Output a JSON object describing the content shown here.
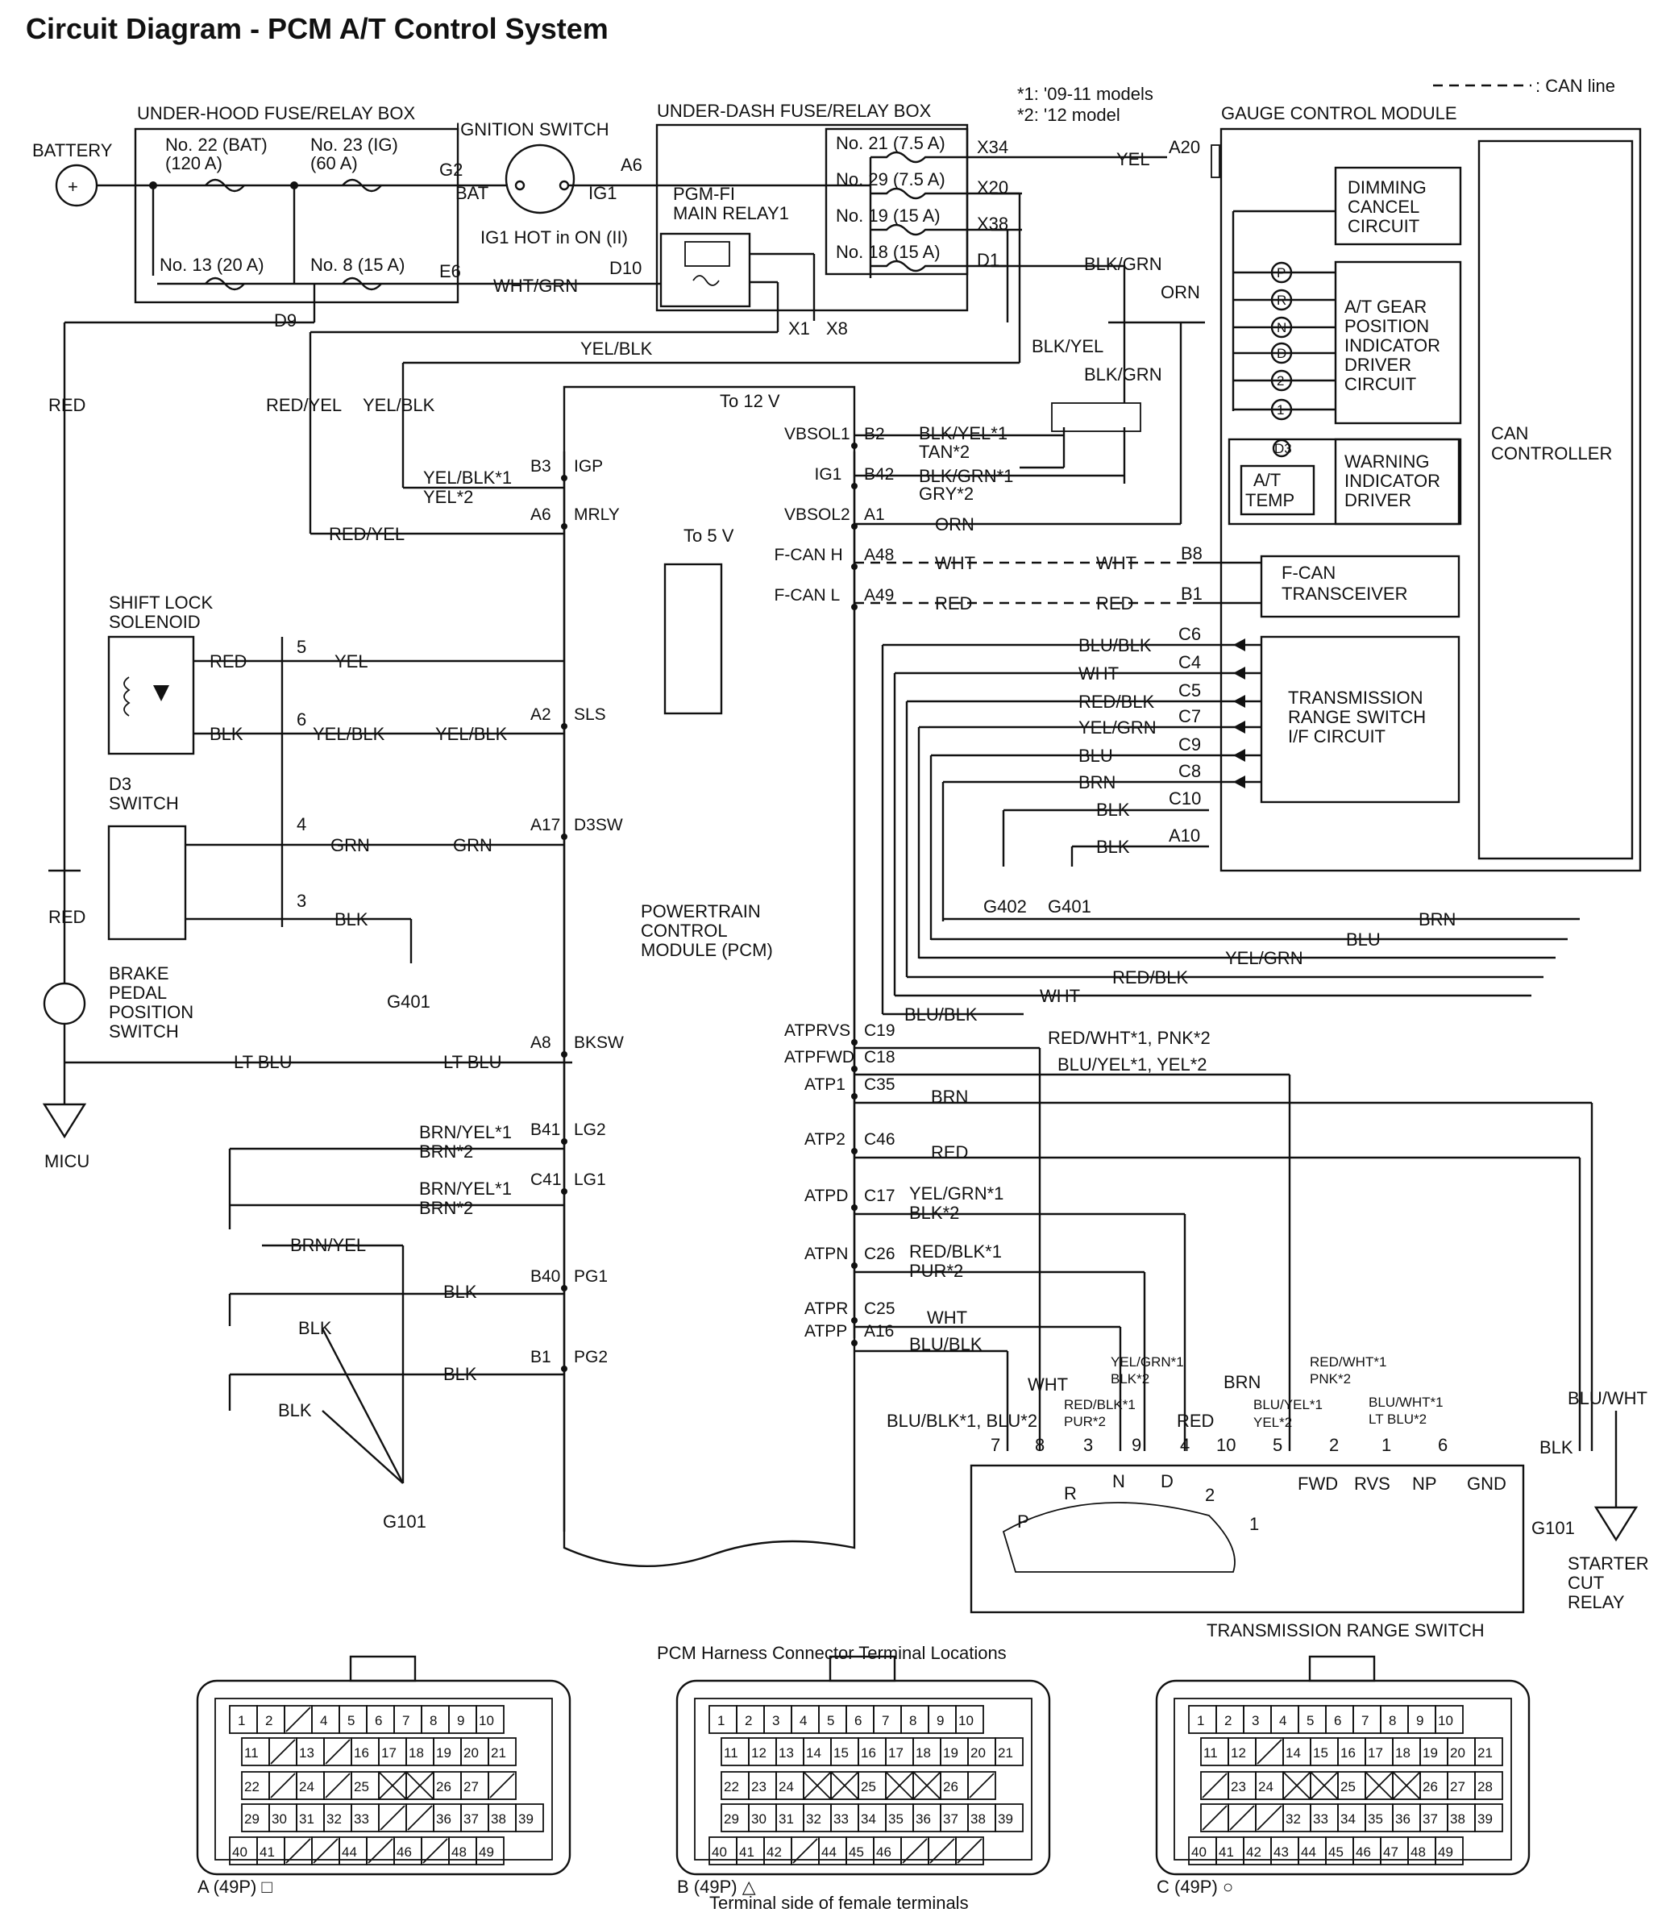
{
  "title": "Circuit Diagram - PCM A/T Control System",
  "legend": {
    "can_line": ": CAN line",
    "note1": "*1: '09-11 models",
    "note2": "*2: '12 model"
  },
  "blocks": {
    "battery": "BATTERY",
    "under_hood": "UNDER-HOOD FUSE/RELAY BOX",
    "ignition_switch": "IGNITION SWITCH",
    "ig1_hot": "IG1 HOT in ON (II)",
    "under_dash": "UNDER-DASH FUSE/RELAY BOX",
    "pgm_fi": "PGM-FI",
    "main_relay": "MAIN RELAY1",
    "gauge": "GAUGE CONTROL MODULE",
    "dimming": [
      "DIMMING",
      "CANCEL",
      "CIRCUIT"
    ],
    "atgear": [
      "A/T GEAR",
      "POSITION",
      "INDICATOR",
      "DRIVER",
      "CIRCUIT"
    ],
    "warning": [
      "WARNING",
      "INDICATOR",
      "DRIVER"
    ],
    "at_temp": [
      "A/T",
      "TEMP"
    ],
    "can_ctrl": [
      "CAN",
      "CONTROLLER"
    ],
    "fcan_tr": [
      "F-CAN",
      "TRANSCEIVER"
    ],
    "trs_if": [
      "TRANSMISSION",
      "RANGE SWITCH",
      "I/F CIRCUIT"
    ],
    "shift_lock": [
      "SHIFT LOCK",
      "SOLENOID"
    ],
    "d3_switch": [
      "D3",
      "SWITCH"
    ],
    "brake": [
      "BRAKE",
      "PEDAL",
      "POSITION",
      "SWITCH"
    ],
    "micu": "MICU",
    "pcm": [
      "POWERTRAIN",
      "CONTROL",
      "MODULE (PCM)"
    ],
    "trs": "TRANSMISSION RANGE SWITCH",
    "starter": [
      "STARTER",
      "CUT",
      "RELAY"
    ],
    "harness_title": "PCM Harness Connector Terminal Locations",
    "harness_foot": "Terminal side of female terminals"
  },
  "fuses": {
    "f22": [
      "No. 22 (BAT)",
      "(120 A)"
    ],
    "f23": [
      "No. 23 (IG)",
      "(60 A)"
    ],
    "f13": "No. 13 (20 A)",
    "f8": "No. 8 (15 A)",
    "f21": "No. 21 (7.5 A)",
    "f29": "No. 29 (7.5 A)",
    "f19": "No. 19 (15 A)",
    "f18": "No. 18 (15 A)"
  },
  "terminals": {
    "g2": "G2",
    "bat": "BAT",
    "a6": "A6",
    "ig1": "IG1",
    "e6": "E6",
    "d10": "D10",
    "d9": "D9",
    "x34": "X34",
    "x20": "X20",
    "x38": "X38",
    "d1": "D1",
    "x1": "X1",
    "x8": "X8",
    "a20": "A20",
    "b8": "B8",
    "b1g": "B1",
    "c6": "C6",
    "c4": "C4",
    "c5": "C5",
    "c7": "C7",
    "c9": "C9",
    "c8": "C8",
    "c10": "C10",
    "a10": "A10",
    "s5": "5",
    "s6": "6",
    "s4": "4",
    "s3": "3"
  },
  "grounds": {
    "g402": "G402",
    "g401": "G401",
    "g401b": "G401",
    "g101": "G101",
    "g101b": "G101"
  },
  "pcm_left": [
    {
      "pin": "B3",
      "sig": "IGP"
    },
    {
      "pin": "A6",
      "sig": "MRLY"
    },
    {
      "pin": "A2",
      "sig": "SLS"
    },
    {
      "pin": "A17",
      "sig": "D3SW"
    },
    {
      "pin": "A8",
      "sig": "BKSW"
    },
    {
      "pin": "B41",
      "sig": "LG2"
    },
    {
      "pin": "C41",
      "sig": "LG1"
    },
    {
      "pin": "B40",
      "sig": "PG1"
    },
    {
      "pin": "B1",
      "sig": "PG2"
    }
  ],
  "pcm_right": [
    {
      "sig": "VBSOL1",
      "pin": "B2"
    },
    {
      "sig": "IG1",
      "pin": "B42"
    },
    {
      "sig": "VBSOL2",
      "pin": "A1"
    },
    {
      "sig": "F-CAN H",
      "pin": "A48"
    },
    {
      "sig": "F-CAN L",
      "pin": "A49"
    },
    {
      "sig": "ATPRVS",
      "pin": "C19"
    },
    {
      "sig": "ATPFWD",
      "pin": "C18"
    },
    {
      "sig": "ATP1",
      "pin": "C35"
    },
    {
      "sig": "ATP2",
      "pin": "C46"
    },
    {
      "sig": "ATPD",
      "pin": "C17"
    },
    {
      "sig": "ATPN",
      "pin": "C26"
    },
    {
      "sig": "ATPR",
      "pin": "C25"
    },
    {
      "sig": "ATPP",
      "pin": "A16"
    }
  ],
  "wires": {
    "yel": "YEL",
    "wht_grn": "WHT/GRN",
    "yel_blk": "YEL/BLK",
    "red": "RED",
    "red_yel": "RED/YEL",
    "blk_grn": "BLK/GRN",
    "orn": "ORN",
    "blk_yel": "BLK/YEL",
    "tan": "TAN*2",
    "gry": "GRY*2",
    "wht": "WHT",
    "blu_blk": "BLU/BLK",
    "red_blk": "RED/BLK",
    "yel_grn": "YEL/GRN",
    "blu": "BLU",
    "brn": "BRN",
    "blk": "BLK",
    "grn": "GRN",
    "lt_blu": "LT BLU",
    "brn_yel": "BRN/YEL",
    "brn2": "BRN*2",
    "yel2": "YEL*2",
    "blu_wht": "BLU/WHT",
    "red_wht_pnk": "RED/WHT*1, PNK*2",
    "blu_yel_yel": "BLU/YEL*1, YEL*2",
    "blk2": "BLK*2",
    "pur2": "PUR*2",
    "blu_blk_blu": "BLU/BLK*1, BLU*2",
    "red_wht1": "RED/WHT*1",
    "pnk2": "PNK*2",
    "yel_grn1": "YEL/GRN*1",
    "blu_yel1": "BLU/YEL*1",
    "blu_wht1": "BLU/WHT*1",
    "lt_blu2": "LT BLU*2",
    "red_blk1": "RED/BLK*1",
    "to12": "To 12 V",
    "to5": "To 5 V",
    "brn_yel1": "BRN/YEL*1",
    "blk_yel1": "BLK/YEL*1",
    "blk_grn1": "BLK/GRN*1",
    "yel_blk1": "YEL/BLK*1"
  },
  "gear_circles": [
    "P",
    "R",
    "N",
    "D",
    "2",
    "1"
  ],
  "trs_pins": [
    "7",
    "8",
    "3",
    "9",
    "4",
    "10",
    "5",
    "2",
    "1",
    "6"
  ],
  "trs_labels": [
    "P",
    "R",
    "N",
    "D",
    "2",
    "1",
    "FWD",
    "RVS",
    "NP",
    "GND"
  ],
  "connectors": [
    {
      "name": "A (49P) □",
      "rows": [
        [
          "1",
          "2",
          "/",
          "4",
          "5",
          "6",
          "7",
          "8",
          "9",
          "10"
        ],
        [
          "11",
          "/",
          "13",
          "/",
          "16",
          "17",
          "18",
          "19",
          "20",
          "21"
        ],
        [
          "22",
          "/",
          "24",
          "/",
          "25",
          "X",
          "X",
          "26",
          "27",
          "/"
        ],
        [
          "29",
          "30",
          "31",
          "32",
          "33",
          "/",
          "/",
          "36",
          "37",
          "38",
          "39"
        ],
        [
          "40",
          "41",
          "/",
          "/",
          "44",
          "/",
          "46",
          "/",
          "48",
          "49"
        ]
      ]
    },
    {
      "name": "B (49P) △",
      "rows": [
        [
          "1",
          "2",
          "3",
          "4",
          "5",
          "6",
          "7",
          "8",
          "9",
          "10"
        ],
        [
          "11",
          "12",
          "13",
          "14",
          "15",
          "16",
          "17",
          "18",
          "19",
          "20",
          "21"
        ],
        [
          "22",
          "23",
          "24",
          "X",
          "X",
          "25",
          "X",
          "X",
          "26",
          "/"
        ],
        [
          "29",
          "30",
          "31",
          "32",
          "33",
          "34",
          "35",
          "36",
          "37",
          "38",
          "39"
        ],
        [
          "40",
          "41",
          "42",
          "/",
          "44",
          "45",
          "46",
          "/",
          "/",
          "/"
        ]
      ]
    },
    {
      "name": "C (49P) ○",
      "rows": [
        [
          "1",
          "2",
          "3",
          "4",
          "5",
          "6",
          "7",
          "8",
          "9",
          "10"
        ],
        [
          "11",
          "12",
          "/",
          "14",
          "15",
          "16",
          "17",
          "18",
          "19",
          "20",
          "21"
        ],
        [
          "/",
          "23",
          "24",
          "X",
          "X",
          "25",
          "X",
          "X",
          "26",
          "27",
          "28"
        ],
        [
          "/",
          "/",
          "/",
          "32",
          "33",
          "34",
          "35",
          "36",
          "37",
          "38",
          "39"
        ],
        [
          "40",
          "41",
          "42",
          "43",
          "44",
          "45",
          "46",
          "47",
          "48",
          "49"
        ]
      ]
    }
  ]
}
